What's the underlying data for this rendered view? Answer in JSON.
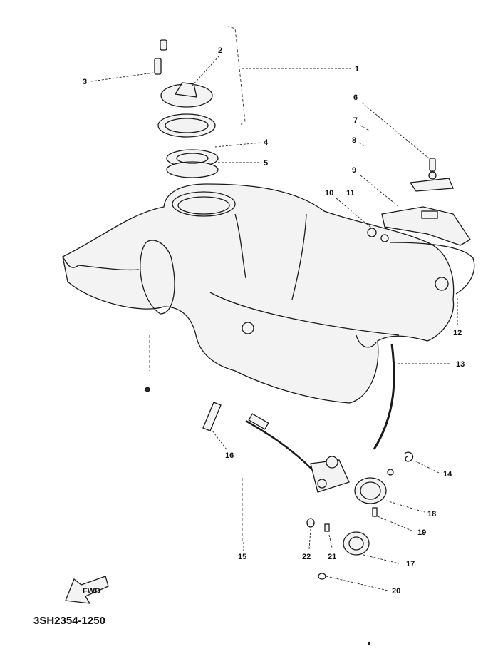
{
  "diagram": {
    "part_number": "3SH2354-1250",
    "fwd_label": "FWD",
    "callouts": {
      "c1": "1",
      "c2": "2",
      "c3": "3",
      "c4": "4",
      "c5": "5",
      "c6": "6",
      "c7": "7",
      "c8": "8",
      "c9": "9",
      "c10": "10",
      "c11": "11",
      "c12": "12",
      "c13": "13",
      "c14": "14",
      "c15": "15",
      "c16": "16",
      "c17": "17",
      "c18": "18",
      "c19": "19",
      "c20": "20",
      "c21": "21",
      "c22": "22"
    }
  }
}
